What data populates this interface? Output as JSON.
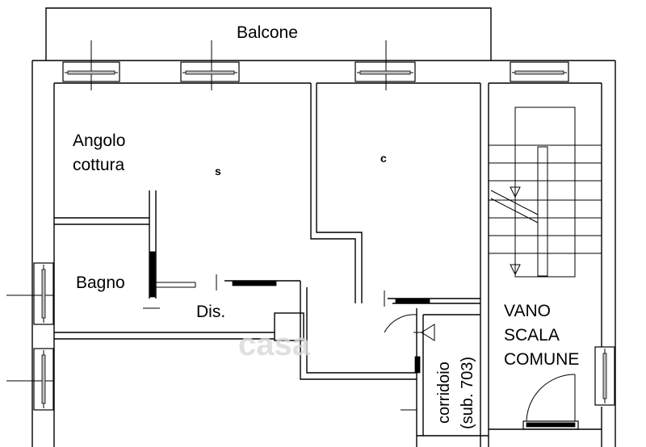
{
  "plan": {
    "labels": {
      "balcone": "Balcone",
      "angolo_line1": "Angolo",
      "angolo_line2": "cottura",
      "soggiorno": "s",
      "camera": "c",
      "bagno": "Bagno",
      "disimpegno": "Dis.",
      "vano_line1": "VANO",
      "vano_line2": "SCALA",
      "vano_line3": "COMUNE",
      "corridoio_line1": "corridoio",
      "corridoio_line2": "(sub. 703)"
    },
    "watermark": "casa"
  }
}
